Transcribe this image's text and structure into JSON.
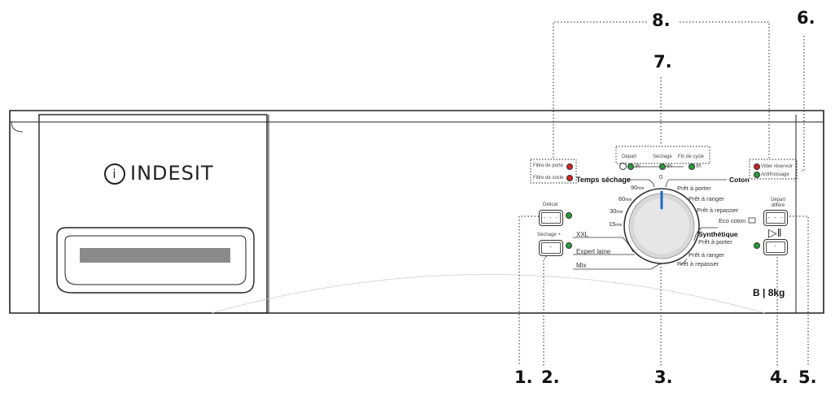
{
  "brand": {
    "logo_text": "INDESIT",
    "logo_icon": "info-circle-icon"
  },
  "callouts": [
    {
      "label": "1."
    },
    {
      "label": "2."
    },
    {
      "label": "3."
    },
    {
      "label": "4."
    },
    {
      "label": "5."
    },
    {
      "label": "6."
    },
    {
      "label": "7."
    },
    {
      "label": "8."
    }
  ],
  "leds": {
    "filtre_porte": "Filtre de porte",
    "filtre_socle": "Filtre de socle",
    "vider_reservoir": "Vider réservoir",
    "antifroissage": "Antifroissage",
    "red": "#d22020",
    "green": "#2a9a3a"
  },
  "progress": {
    "depart": "Départ",
    "sechage": "Séchage",
    "fin": "Fin de cycle",
    "h3": "3h",
    "h6": "6h",
    "h9": "9h",
    "clock_icon": "clock-icon"
  },
  "buttons": {
    "delicat": "Délicat",
    "sechage_plus": "Séchage +",
    "depart_differe": "Départ différé",
    "start_icon": "play-pause-icon",
    "dots": "· · ·"
  },
  "dial": {
    "accent": "#1a66c9",
    "temps_sechage": "Temps séchage",
    "zero": "0",
    "t90": "90",
    "t60": "60",
    "t30": "30",
    "t15": "15",
    "unit": "min",
    "left_programs": [
      "XXL",
      "Expert laine",
      "Mix"
    ],
    "coton": "Coton",
    "coton_sub": [
      "Prêt à porter",
      "Prêt à ranger",
      "Prêt à repasser"
    ],
    "eco_coton": "Eco coton",
    "synthetique": "Synthétique",
    "synth_sub": [
      "Prêt à porter",
      "Prêt à ranger",
      "Prêt à repasser"
    ]
  },
  "capacity": "B | 8kg"
}
